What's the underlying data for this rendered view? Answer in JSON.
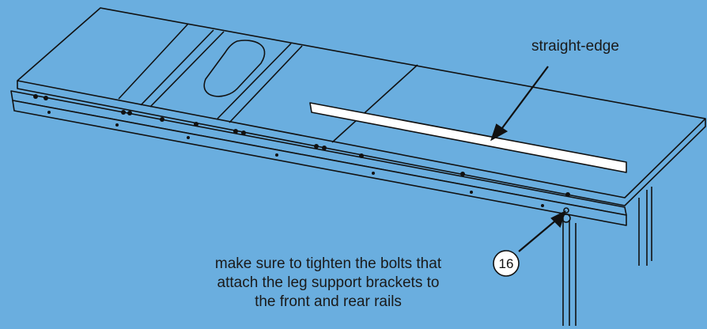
{
  "labels": {
    "straight_edge": "straight-edge",
    "callout_number": "16",
    "note_lines": [
      "make sure to tighten the bolts that",
      "attach the leg support brackets to",
      "the front and rear rails"
    ]
  },
  "colors": {
    "background": "#6aaedf",
    "line": "#111111",
    "straight_edge_fill": "#ffffff"
  }
}
